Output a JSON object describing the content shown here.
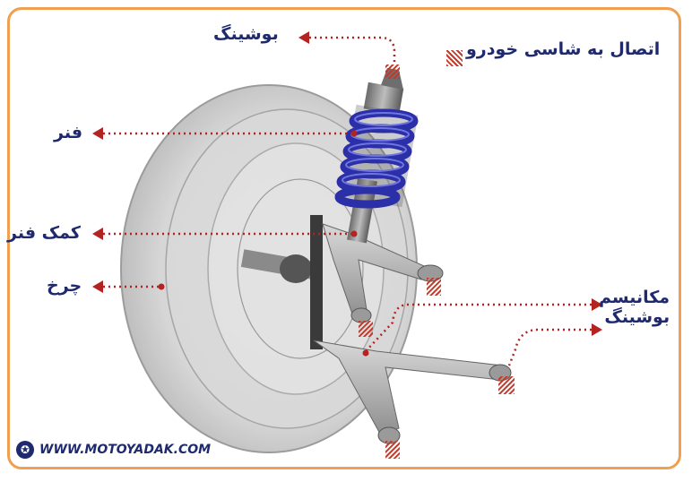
{
  "labels": {
    "bushing_top": "بوشینگ",
    "chassis_connection": "اتصال به شاسی خودرو",
    "spring": "فنر",
    "shock_absorber": "کمک فنر",
    "wheel": "چرخ",
    "bushing_mechanism_line1": "مکانیسم",
    "bushing_mechanism_line2": "بوشینگ"
  },
  "watermark": "WWW.MOTOYADAK.COM",
  "colors": {
    "frame": "#f0a050",
    "label_text": "#1f2a6e",
    "arrow": "#b52222",
    "spring": "#2b2fa8"
  },
  "icons": {
    "legend_hatch": "hatched-square-icon",
    "brand": "motoyadak-logo-icon"
  }
}
